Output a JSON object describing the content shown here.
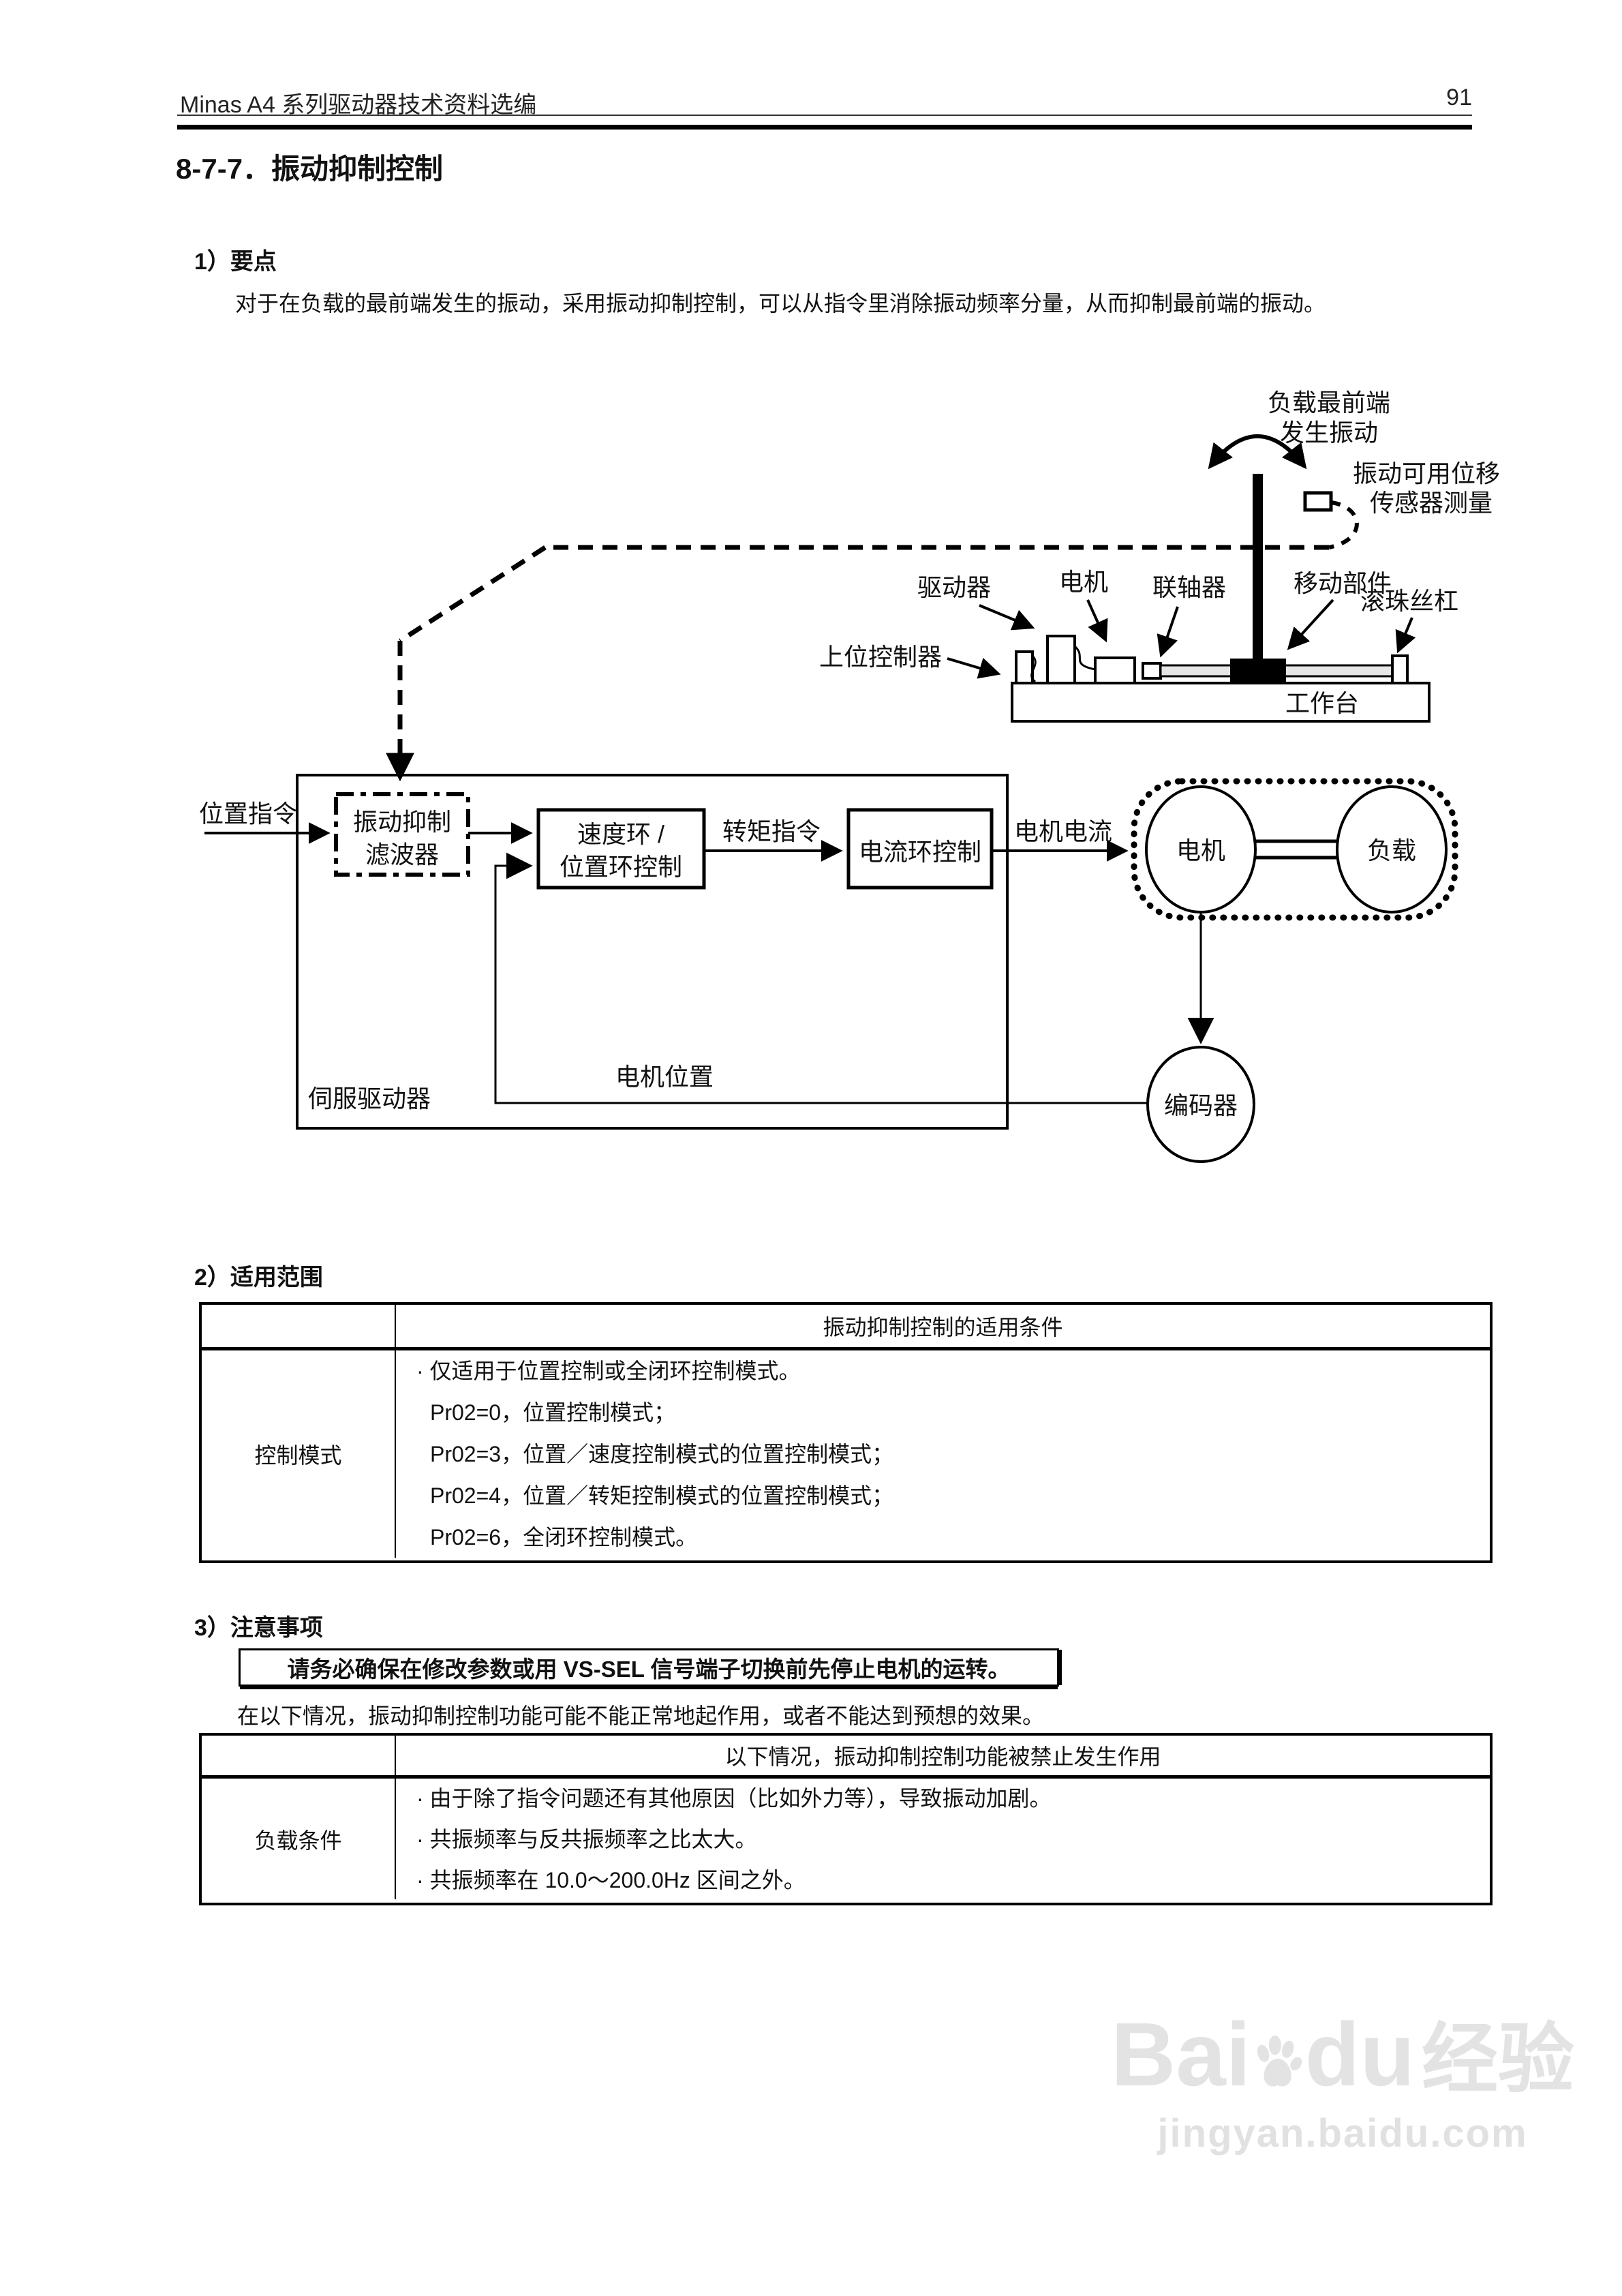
{
  "header": {
    "title": "Minas A4 系列驱动器技术资料选编",
    "page_number": "91"
  },
  "doc": {
    "section_title": "8-7-7．振动抑制控制",
    "point_heading": "1）要点",
    "point_body": "对于在负载的最前端发生的振动，采用振动抑制控制，可以从指令里消除振动频率分量，从而抑制最前端的振动。",
    "scope_heading": "2）适用范围",
    "notes_heading": "3）注意事项",
    "notes_warning": "请务必确保在修改参数或用 VS-SEL 信号端子切换前先停止电机的运转。",
    "notes_intro": "在以下情况，振动抑制控制功能可能不能正常地起作用，或者不能达到预想的效果。"
  },
  "diagram": {
    "load_tip_l1": "负载最前端",
    "load_tip_l2": "发生振动",
    "sensor_l1": "振动可用位移",
    "sensor_l2": "传感器测量",
    "host_controller": "上位控制器",
    "driver": "驱动器",
    "motor_label": "电机",
    "coupling": "联轴器",
    "moving_part": "移动部件",
    "ball_screw": "滚珠丝杠",
    "worktable": "工作台",
    "position_cmd": "位置指令",
    "filter_l1": "振动抑制",
    "filter_l2": "滤波器",
    "loop_l1": "速度环 /",
    "loop_l2": "位置环控制",
    "torque_cmd": "转矩指令",
    "current_loop": "电流环控制",
    "motor_current": "电机电流",
    "motor": "电机",
    "load": "负载",
    "encoder": "编码器",
    "motor_position": "电机位置",
    "servo_driver": "伺服驱动器"
  },
  "scope_table": {
    "header": "振动抑制控制的适用条件",
    "row_label": "控制模式",
    "line0": "· 仅适用于位置控制或全闭环控制模式。",
    "line1": "Pr02=0，位置控制模式；",
    "line2": "Pr02=3，位置／速度控制模式的位置控制模式；",
    "line3": "Pr02=4，位置／转矩控制模式的位置控制模式；",
    "line4": "Pr02=6，全闭环控制模式。"
  },
  "disabled_table": {
    "header": "以下情况，振动抑制控制功能被禁止发生作用",
    "row_label": "负载条件",
    "line0": "· 由于除了指令问题还有其他原因（比如外力等），导致振动加剧。",
    "line1": "· 共振频率与反共振频率之比太大。",
    "line2": "· 共振频率在 10.0～200.0Hz 区间之外。"
  },
  "watermark": {
    "brand_left": "Bai",
    "brand_right": "du",
    "brand_cn": "经验",
    "url": "jingyan.baidu.com"
  }
}
